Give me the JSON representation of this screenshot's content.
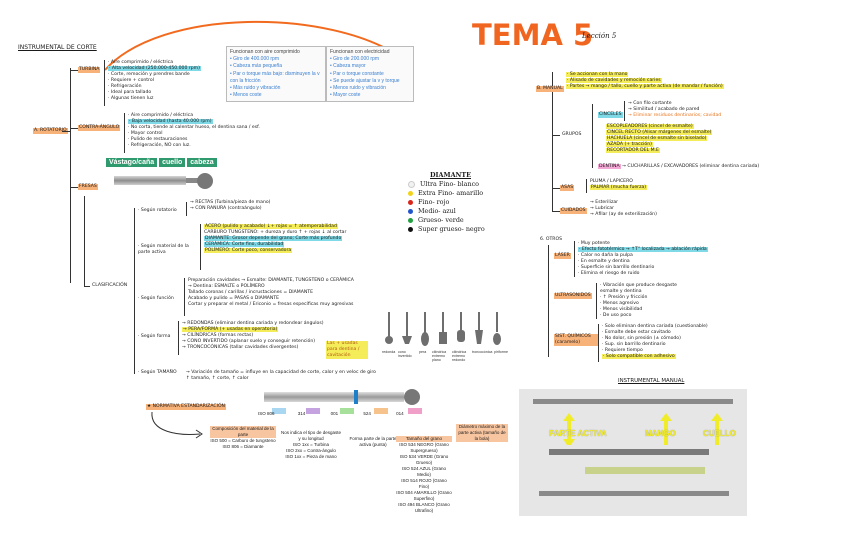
{
  "title": {
    "main": "TEMA 5",
    "sub": "Lección 5"
  },
  "left": {
    "section_title": "INSTRUMENTAL DE CORTE",
    "a_label": "A. ROTATORIO",
    "turbina_label": "TURBINA",
    "turbina_lines": [
      "· Aire comprimido / eléctrica",
      "· Alta velocidad (250.000-450.000 rpm)",
      "· Corte, remoción y prendres bande",
      "· Requiere + control",
      "· Refrigeración",
      "· Ideal para tallado",
      "· Algunas tienen luz"
    ],
    "contra_label": "CONTRA-ÁNGULO",
    "contra_lines": [
      "· Aire comprimido / eléctrica",
      "· Baja velocidad (hasta 40.000 rpm)",
      "· No corta, tiende al calentar hueso, el dentina sana / esf.",
      "· Mayor control",
      "· Pulido de restauraciones",
      "· Refrigeración, NO con luz."
    ],
    "fresas_label": "FRESAS",
    "fresa_parts": [
      "Vástago/caña",
      "cuello",
      "cabeza"
    ],
    "clasificacion_label": "CLASIFICACIÓN",
    "rotatorio_label": "· Según rotatorio",
    "rotatorio_lines": [
      "→ RECTAS (Turbina/pieza de mano)",
      "→ CON RANURA (contraángulo)"
    ],
    "material_label": "· Según material de la parte activa",
    "material_lines": [
      "ACERO (pulido y acabado) ↓+ rojas = ↑ atemperabilidad",
      "CARBURO TUNGSTENO: + dureza y duro ↑ + rojas ↓ al cortar",
      "DIAMANTE: Grosor depende del grano; Corte más profundo",
      "CERÁMICA: Corte fino, durabilidad",
      "POLÍMERO: Corte poco, conservadora"
    ],
    "funcion_label": "· Según función",
    "funcion_lines": [
      "Preparación cavidades → Esmalte: DIAMANTE, TUNGSTENO o CERÁMICA",
      "                      → Dentina: ESMALTE o POLÍMERO",
      "Tallado coronas / carillas / incrustaciones = DIAMANTE",
      "Acabado y pulido = PASAS o DIAMANTE",
      "Cortar y preparar el metal / Ericonio = fresas específicas muy agresivas"
    ],
    "forma_label": "· Según forma",
    "forma_lines": [
      "→ REDONDAS (eliminar dentina cariada y redondear ángulos)",
      "→ PERA/FORMA (+ usadas en operatoria)",
      "→ CILÍNDRICAS (formas rectas)",
      "→ CONO INVERTIDO (aplanar suelo y conseguir retención)",
      "→ TRONCOCÓNICAS (tallar cavidades divergentes)"
    ],
    "forma_note": "Las + usadas para dentina / cavitación",
    "bur_shapes": [
      "redonda",
      "cono invertido",
      "pera",
      "cilíndrica extremo plano",
      "cilíndrica extremo redondo",
      "troncocónica",
      "piriforme"
    ],
    "tamano_label": "· Según TAMAÑO",
    "tamano_text": "→ Variación de tamaño = influye en la capacidad de corte, calor y en veloc de giro",
    "tamano_text2": "↑ tamaño, ↑ corte, ↑ calor",
    "normativa_label": "★ NORMATIVA ESTANDARIZACIÓN",
    "iso_codes": [
      "ISO 806",
      "314",
      "001",
      "524",
      "014"
    ],
    "iso_notes": [
      {
        "title": "Composición del material de la parte",
        "lines": [
          "ISO 500 = Carburo de tungsteno",
          "ISO 806 = Diamante"
        ]
      },
      {
        "title": "Nos indica el tipo de desgaste y su longitud",
        "lines": [
          "ISO 1xx = Turbina",
          "ISO 2xx = Contra-ángulo",
          "ISO 1xx = Pieza de mano"
        ]
      },
      {
        "title": "Forma parte de la parte activa (punta)",
        "lines": []
      },
      {
        "title": "Tamaño del grano",
        "lines": [
          "ISO 534 NEGRO (Grano Supergrueso)",
          "ISO 534 VERDE (Grano Grueso)",
          "ISO 524 AZUL (Grano Medio)",
          "ISO 514 ROJO (Grano Fino)",
          "ISO 504 AMARILLO (Grano Superfino)",
          "ISO 494 BLANCO (Grano Ultrafino)"
        ]
      },
      {
        "title": "Diámetro máximo de la parte activa (tamaño de la bola)",
        "lines": []
      }
    ]
  },
  "boxes": {
    "aire": {
      "title": "Funcionan con aire comprimido",
      "lines": [
        "Giro de 400.000 rpm",
        "Cabeza más pequeña",
        "Par o torque más bajo: disminuyen la v con la fricción",
        "Más ruido y vibración",
        "Menos coste"
      ]
    },
    "electric": {
      "title": "Funcionan con electricidad",
      "lines": [
        "Giro de 200.000 rpm",
        "Cabeza mayor",
        "Par o torque constante",
        "Se puede ajustar la v y torque",
        "Menos ruido y vibración",
        "Mayor coste"
      ]
    }
  },
  "diamante": {
    "title": "DIAMANTE",
    "rows": [
      {
        "label": "Ultra Fino- blanco",
        "color": "#f2f2f2"
      },
      {
        "label": "Extra Fino- amarillo",
        "color": "#f2d21a"
      },
      {
        "label": "Fino- rojo",
        "color": "#d9261c"
      },
      {
        "label": "Medio- azul",
        "color": "#2255cc"
      },
      {
        "label": "Grueso- verde",
        "color": "#22a040"
      },
      {
        "label": "Super grueso- negro",
        "color": "#111111"
      }
    ]
  },
  "right": {
    "b_manual_label": "B. MANUAL",
    "manual_lines": [
      "· Se accionan con la mano",
      "· Alisado de cavidades y remoción caries",
      "· Partes → mango / tallo, cuello y parte activa (de mandar / función)"
    ],
    "grupos_label": "GRUPOS",
    "cinceles_label": "CINCELES",
    "cinceles_lines": [
      "→ Con filo cortante",
      "→ Similitud / acabado de pared",
      "→ Eliminar residuos dentinarios; cavidad"
    ],
    "grupo_items": [
      "ESCOPLEADORES (cincel de esmalte)",
      "CINCEL RECTO (Alisar márgenes del esmalte)",
      "HACHUELA (cincel de esmalte sin biselado)",
      "AZADA (+ tracción)",
      "RECORTADOR DEL M.E"
    ],
    "dentina_label": "DENTINA",
    "dentina_text": "→ CUCHARILLAS / EXCAVADORES (eliminar dentina cariada)",
    "asas_label": "ASAS",
    "asas_lines": [
      "PLUMA / LAPICERO",
      "PALMAR (mucha fuerza)"
    ],
    "cuidados_label": "CUIDADOS",
    "cuidados_lines": [
      "→ Esterilizar",
      "→ Lubricar",
      "→ Afilar (ay de esterilización)"
    ],
    "otros_label": "6. OTROS",
    "laser_label": "LÁSER",
    "laser_lines": [
      "· Muy potente",
      "· Efecto fototérmico → ↑T° localizada → ablación rápida",
      "· Calor no daña la pulpa",
      "· En esmalte y dentina",
      "· Superficie sin barrillo dentinario",
      "· Elimina el riesgo de ruido"
    ],
    "ultra_label": "ULTRASONIDOS",
    "ultra_lines": [
      "· Vibración que produce desgaste",
      "  esmalte y dentina",
      "· ↑ Presión y fricción",
      "· Menos agresivo",
      "· Menos visibilidad",
      "· De uso poco"
    ],
    "quim_label": "SIST. QUÍMICOS (caramelo)",
    "quim_lines": [
      "· Solo eliminan dentina cariada (cuestionable)",
      "· Esmalte debe estar cavitado",
      "· No dolor, sin presión (± cómodo)",
      "· Sup. sin barrillo dentinario",
      "· Requiere tiempo",
      "· Solo compatible con adhesivo"
    ],
    "instrumental_manual_title": "INSTRUMENTAL MANUAL",
    "photo_labels": [
      "PARTE ACTIVA",
      "MANGO",
      "CUELLO"
    ]
  }
}
